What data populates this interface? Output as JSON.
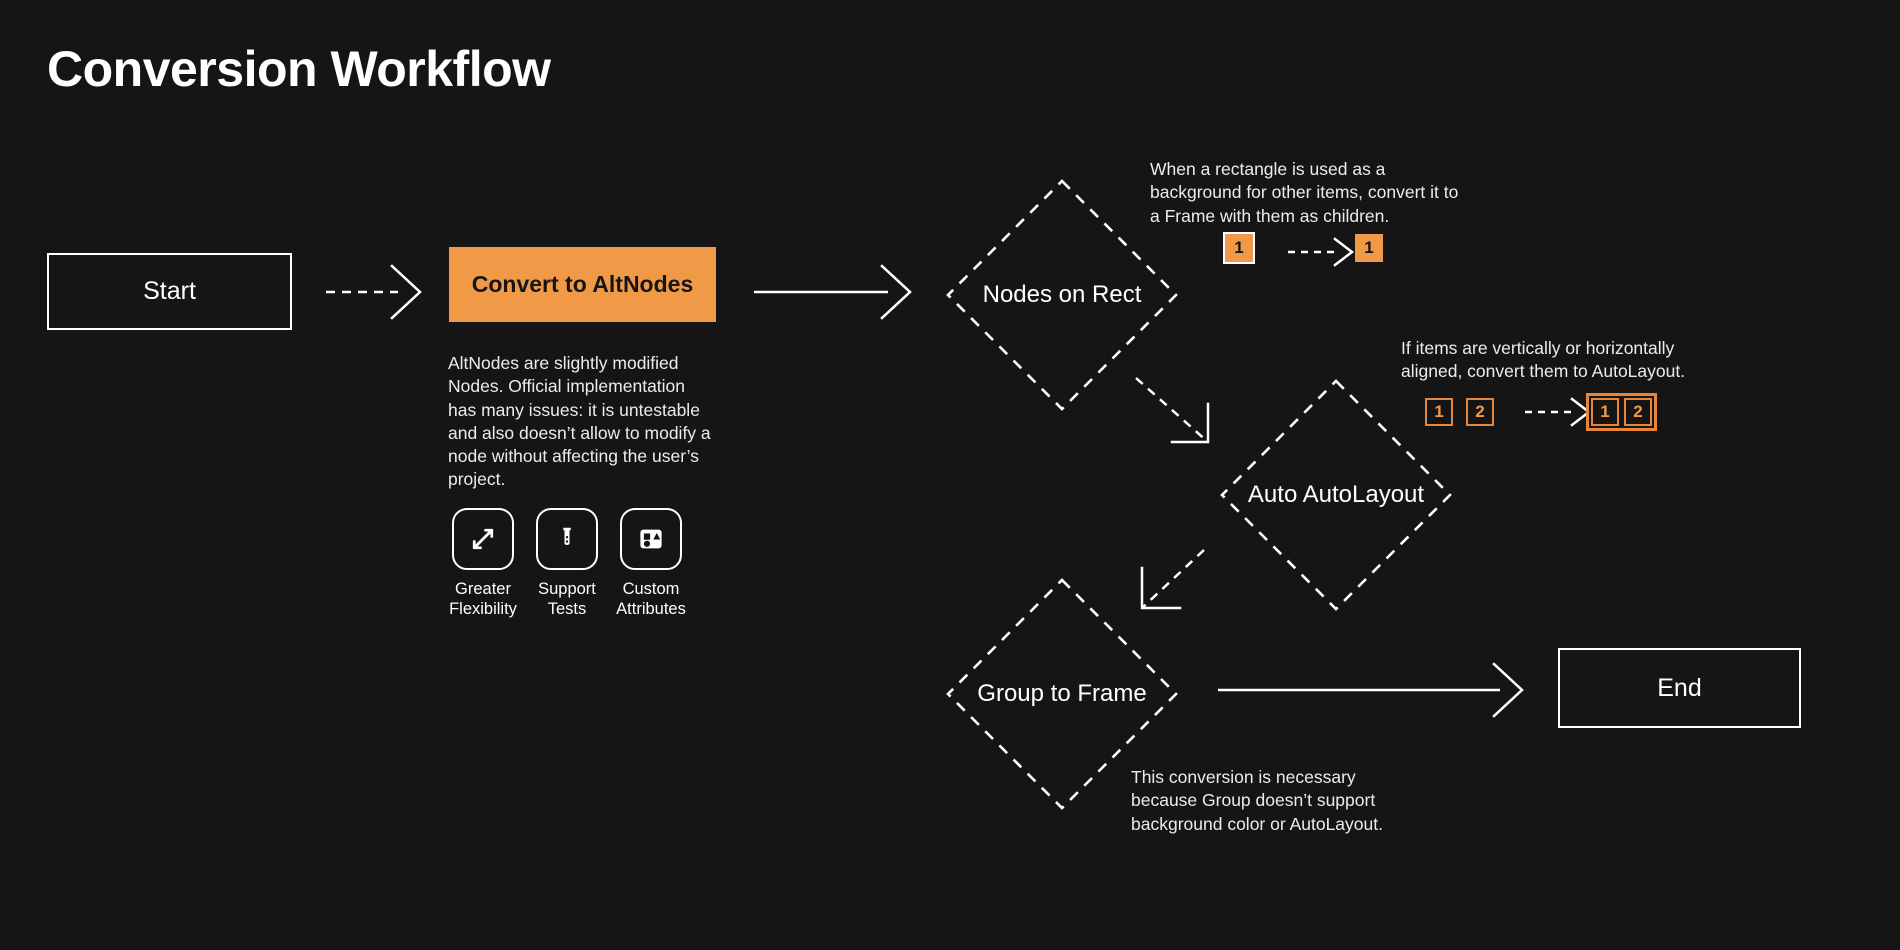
{
  "page": {
    "title": "Conversion Workflow",
    "background_color": "#151515",
    "accent_color": "#f09a48",
    "line_color": "#ffffff"
  },
  "nodes": {
    "start": {
      "label": "Start",
      "shape": "rectangle"
    },
    "convert": {
      "label": "Convert to AltNodes",
      "shape": "rectangle",
      "fill": "#f09a48"
    },
    "nodes_on_rect": {
      "label": "Nodes on Rect",
      "shape": "diamond"
    },
    "auto_autolayout": {
      "label": "Auto AutoLayout",
      "shape": "diamond"
    },
    "group_to_frame": {
      "label": "Group to Frame",
      "shape": "diamond"
    },
    "end": {
      "label": "End",
      "shape": "rectangle"
    }
  },
  "convert_details": {
    "description": "AltNodes are slightly modified Nodes. Official implementation has many issues: it is untestable and also doesn’t allow to modify a node without affecting the user’s project.",
    "features": [
      {
        "icon": "expand-arrows-icon",
        "label": "Greater Flexibility"
      },
      {
        "icon": "test-tube-icon",
        "label": "Support Tests"
      },
      {
        "icon": "shapes-attributes-icon",
        "label": "Custom Attributes"
      }
    ]
  },
  "annotations": {
    "nodes_on_rect": {
      "text": "When a rectangle is used as a background for other items, convert it to a Frame with them as children.",
      "before": [
        {
          "value": "1",
          "style": "solid-selected"
        }
      ],
      "after": [
        {
          "value": "1",
          "style": "solid"
        }
      ],
      "arrow": "dashed-right"
    },
    "auto_autolayout": {
      "text": "If items are vertically or horizontally aligned, convert them to AutoLayout.",
      "before": [
        {
          "value": "1",
          "style": "outline"
        },
        {
          "value": "2",
          "style": "outline"
        }
      ],
      "after": [
        {
          "value": "1",
          "style": "outline"
        },
        {
          "value": "2",
          "style": "outline"
        }
      ],
      "after_grouped": true,
      "arrow": "dashed-right"
    },
    "group_to_frame": {
      "text": "This conversion is necessary because Group doesn’t support background color or AutoLayout."
    }
  },
  "edges": [
    {
      "from": "start",
      "to": "convert",
      "style": "dashed"
    },
    {
      "from": "convert",
      "to": "nodes_on_rect",
      "style": "solid"
    },
    {
      "from": "nodes_on_rect",
      "to": "auto_autolayout",
      "style": "dashed"
    },
    {
      "from": "auto_autolayout",
      "to": "group_to_frame",
      "style": "dashed"
    },
    {
      "from": "group_to_frame",
      "to": "end",
      "style": "solid"
    }
  ]
}
